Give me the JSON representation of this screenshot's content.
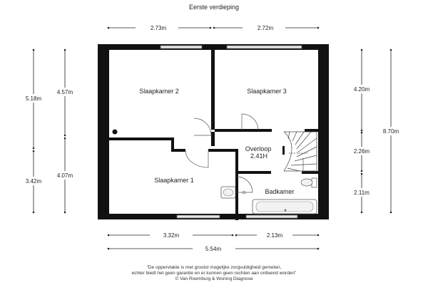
{
  "title": "Eerste verdieping",
  "rooms": {
    "slaapkamer2": "Slaapkamer 2",
    "slaapkamer3": "Slaapkamer 3",
    "overloop": "Overloop",
    "overloop_height": "2.41H",
    "slaapkamer1": "Slaapkamer 1",
    "badkamer": "Badkamer"
  },
  "dimensions": {
    "top_left": "2.73m",
    "top_right": "2.72m",
    "left_outer_top": "5.18m",
    "left_inner_top": "4.57m",
    "left_outer_bottom": "3.42m",
    "left_inner_bottom": "4.07m",
    "right_inner_top": "4.20m",
    "right_inner_mid": "2.26m",
    "right_inner_bottom": "2.11m",
    "right_outer": "8.70m",
    "bottom_left": "3.32m",
    "bottom_right": "2.13m",
    "bottom_total": "5.54m"
  },
  "footer": {
    "line1": "\"De oppervlakte is met grootst mogelijke zorgvuldigheid gemeten,",
    "line2": "echter biedt het geen garantie en er kunnen geen rechten aan ontleend worden\"",
    "line3": "© Van Roemburg & Woning Diagnose"
  }
}
